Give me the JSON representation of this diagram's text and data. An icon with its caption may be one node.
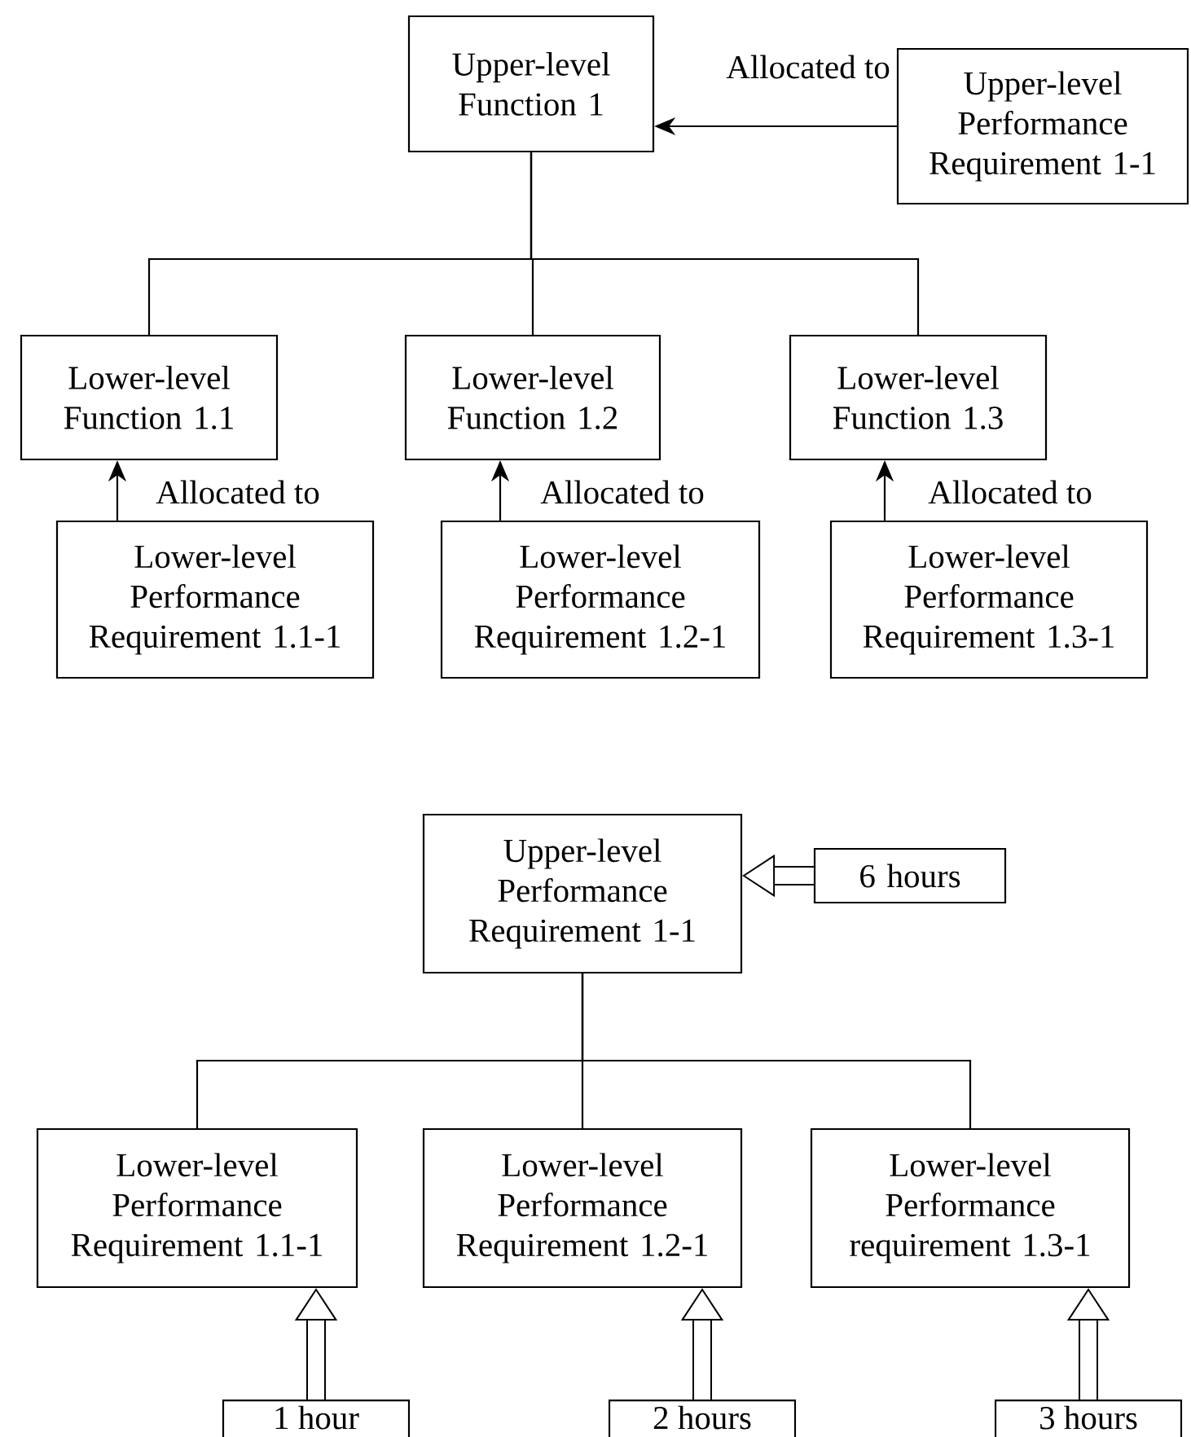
{
  "diagram": {
    "nodes": [
      {
        "text": [
          "Upper-level Function 1"
        ]
      },
      {
        "text": [
          "Upper-level Performance Requirement 1-1"
        ]
      },
      {
        "text": [
          "Lower-level Function 1.1"
        ]
      },
      {
        "text": [
          "Lower-level Function 1.2"
        ]
      },
      {
        "text": [
          "Lower-level Function 1.3"
        ]
      },
      {
        "text": [
          "Lower-level Performance Requirement 1.1-1"
        ]
      },
      {
        "text": [
          "Lower-level Performance Requirement 1.2-1"
        ]
      },
      {
        "text": [
          "Lower-level Performance Requirement 1.3-1"
        ]
      },
      {
        "text": [
          "Upper-level Performance Requirement 1-1"
        ]
      },
      {
        "text": [
          "6 hours"
        ]
      },
      {
        "text": [
          "Lower-level Performance Requirement 1.1-1"
        ]
      },
      {
        "text": [
          "Lower-level Performance Requirement 1.2-1"
        ]
      },
      {
        "text": [
          "Lower-level Performance requirement 1.3-1"
        ]
      },
      {
        "text": [
          "1 hour"
        ]
      },
      {
        "text": [
          "2 hours"
        ]
      },
      {
        "text": [
          "3 hours"
        ]
      }
    ],
    "edges": [
      {
        "from": 1,
        "to": 0,
        "arrow": "to",
        "label": "Allocated to"
      },
      {
        "from": 0,
        "to": 2,
        "arrow": "none"
      },
      {
        "from": 0,
        "to": 3,
        "arrow": "none"
      },
      {
        "from": 0,
        "to": 4,
        "arrow": "none"
      },
      {
        "from": 5,
        "to": 2,
        "arrow": "to",
        "label": "Allocated to"
      },
      {
        "from": 6,
        "to": 3,
        "arrow": "to",
        "label": "Allocated to"
      },
      {
        "from": 7,
        "to": 4,
        "arrow": "to",
        "label": "Allocated to"
      },
      {
        "from": 9,
        "to": 8,
        "arrow": "to",
        "style": "thick"
      },
      {
        "from": 8,
        "to": 10,
        "arrow": "none"
      },
      {
        "from": 8,
        "to": 11,
        "arrow": "none"
      },
      {
        "from": 8,
        "to": 12,
        "arrow": "none"
      },
      {
        "from": 13,
        "to": 10,
        "arrow": "to",
        "style": "thick"
      },
      {
        "from": 14,
        "to": 11,
        "arrow": "to",
        "style": "thick"
      },
      {
        "from": 15,
        "to": 12,
        "arrow": "to",
        "style": "thick"
      }
    ]
  }
}
